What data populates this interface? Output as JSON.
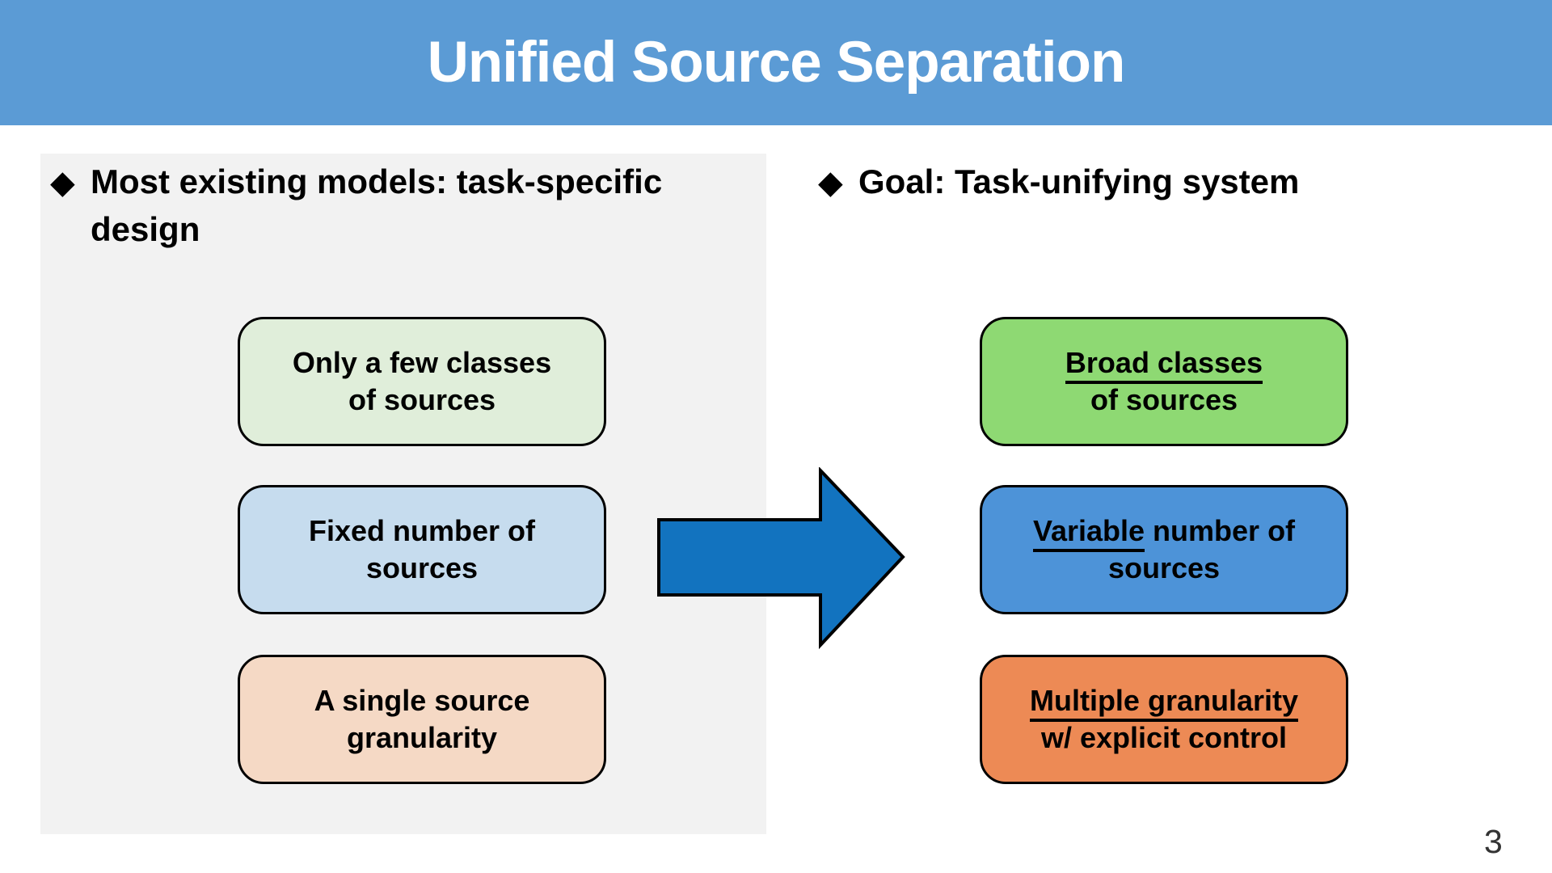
{
  "slide": {
    "title": "Unified Source Separation",
    "page_number": "3",
    "colors": {
      "banner_blue": "#5b9bd5",
      "panel_gray": "#f2f2f2",
      "arrow_blue": "#1273bf",
      "light_green": "#e0eeda",
      "light_blue": "#c6dcee",
      "peach": "#f5d9c5",
      "green": "#8ed973",
      "blue": "#4d93d8",
      "orange": "#ed8a55"
    }
  },
  "left_section": {
    "bullet": "◆",
    "heading_line1": "Most existing models: task-specific",
    "heading_line2": "design",
    "boxes": [
      {
        "line1": "Only a few classes",
        "line2": "of sources"
      },
      {
        "line1": "Fixed number of",
        "line2": "sources"
      },
      {
        "line1": "A single source",
        "line2": "granularity"
      }
    ]
  },
  "right_section": {
    "bullet": "◆",
    "heading": "Goal: Task-unifying system",
    "boxes": [
      {
        "underlined": "Broad classes",
        "after_underlined": "",
        "line2": "of sources"
      },
      {
        "underlined": "Variable",
        "after_underlined": " number of",
        "line2": "sources"
      },
      {
        "underlined": "Multiple granularity",
        "after_underlined": "",
        "line2": "w/ explicit control"
      }
    ]
  },
  "arrow": {
    "name": "right-arrow"
  }
}
